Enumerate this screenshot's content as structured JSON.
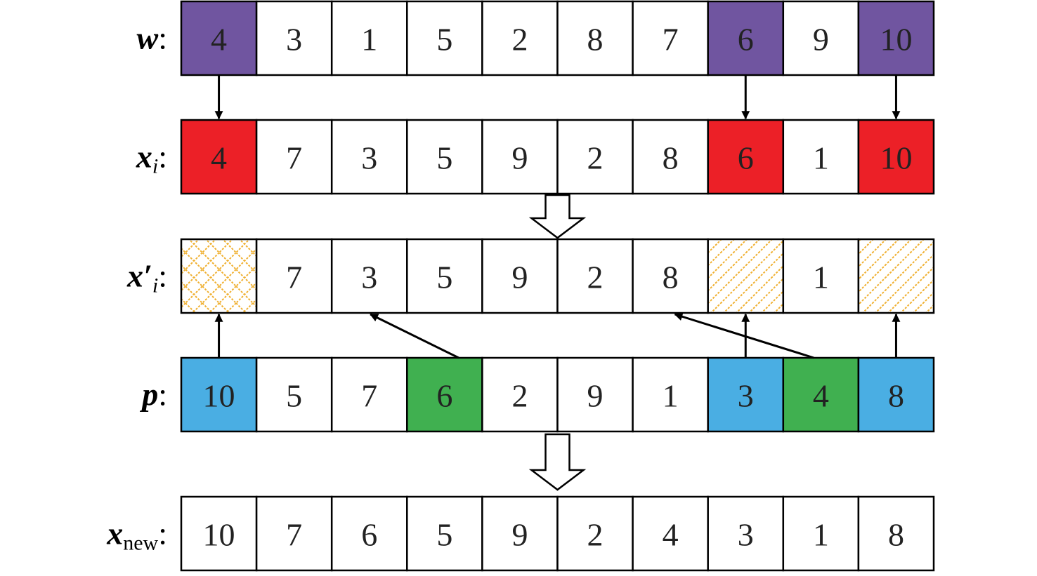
{
  "colors": {
    "purple": "#7055a0",
    "red": "#ec2027",
    "blue": "#4aaee3",
    "green": "#40b050",
    "white": "#ffffff",
    "hatch": "#f0b030",
    "line": "#000000"
  },
  "rows": [
    {
      "id": "w",
      "label_main": "w",
      "label_sub": "",
      "label_prime": "",
      "label_colon": ":",
      "cells": [
        {
          "value": "4",
          "fill": "purple"
        },
        {
          "value": "3",
          "fill": "white"
        },
        {
          "value": "1",
          "fill": "white"
        },
        {
          "value": "5",
          "fill": "white"
        },
        {
          "value": "2",
          "fill": "white"
        },
        {
          "value": "8",
          "fill": "white"
        },
        {
          "value": "7",
          "fill": "white"
        },
        {
          "value": "6",
          "fill": "purple"
        },
        {
          "value": "9",
          "fill": "white"
        },
        {
          "value": "10",
          "fill": "purple"
        }
      ]
    },
    {
      "id": "xi",
      "label_main": "x",
      "label_sub": "i",
      "label_prime": "",
      "label_colon": ":",
      "cells": [
        {
          "value": "4",
          "fill": "red"
        },
        {
          "value": "7",
          "fill": "white"
        },
        {
          "value": "3",
          "fill": "white"
        },
        {
          "value": "5",
          "fill": "white"
        },
        {
          "value": "9",
          "fill": "white"
        },
        {
          "value": "2",
          "fill": "white"
        },
        {
          "value": "8",
          "fill": "white"
        },
        {
          "value": "6",
          "fill": "red"
        },
        {
          "value": "1",
          "fill": "white"
        },
        {
          "value": "10",
          "fill": "red"
        }
      ]
    },
    {
      "id": "xi-prime",
      "label_main": "x",
      "label_sub": "i",
      "label_prime": "′",
      "label_colon": ":",
      "cells": [
        {
          "value": "",
          "fill": "crosshatch"
        },
        {
          "value": "7",
          "fill": "white"
        },
        {
          "value": "3",
          "fill": "white"
        },
        {
          "value": "5",
          "fill": "white"
        },
        {
          "value": "9",
          "fill": "white"
        },
        {
          "value": "2",
          "fill": "white"
        },
        {
          "value": "8",
          "fill": "white"
        },
        {
          "value": "",
          "fill": "diagonal"
        },
        {
          "value": "1",
          "fill": "white"
        },
        {
          "value": "",
          "fill": "diagonal"
        }
      ]
    },
    {
      "id": "p",
      "label_main": "p",
      "label_sub": "",
      "label_prime": "",
      "label_colon": ":",
      "cells": [
        {
          "value": "10",
          "fill": "blue"
        },
        {
          "value": "5",
          "fill": "white"
        },
        {
          "value": "7",
          "fill": "white"
        },
        {
          "value": "6",
          "fill": "green"
        },
        {
          "value": "2",
          "fill": "white"
        },
        {
          "value": "9",
          "fill": "white"
        },
        {
          "value": "1",
          "fill": "white"
        },
        {
          "value": "3",
          "fill": "blue"
        },
        {
          "value": "4",
          "fill": "green"
        },
        {
          "value": "8",
          "fill": "blue"
        }
      ]
    },
    {
      "id": "xnew",
      "label_main": "x",
      "label_sub": "new",
      "label_prime": "",
      "label_colon": ":",
      "cells": [
        {
          "value": "10",
          "fill": "white"
        },
        {
          "value": "7",
          "fill": "white"
        },
        {
          "value": "6",
          "fill": "white"
        },
        {
          "value": "5",
          "fill": "white"
        },
        {
          "value": "9",
          "fill": "white"
        },
        {
          "value": "2",
          "fill": "white"
        },
        {
          "value": "4",
          "fill": "white"
        },
        {
          "value": "3",
          "fill": "white"
        },
        {
          "value": "1",
          "fill": "white"
        },
        {
          "value": "8",
          "fill": "white"
        }
      ]
    }
  ]
}
